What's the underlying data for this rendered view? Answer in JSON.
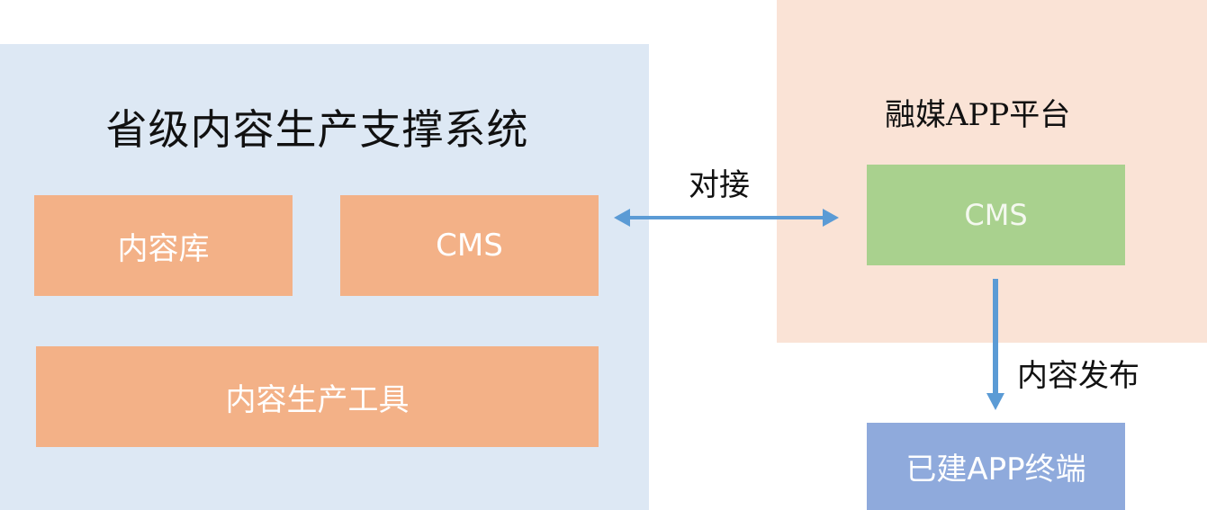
{
  "left_system": {
    "title": "省级内容生产支撑系统",
    "boxes": [
      {
        "label": "内容库"
      },
      {
        "label": "CMS"
      },
      {
        "label": "内容生产工具"
      }
    ]
  },
  "right_platform": {
    "title": "融媒APP平台",
    "cms_label": "CMS"
  },
  "connectors": {
    "integration_label": "对接",
    "publish_label": "内容发布"
  },
  "terminal": {
    "label": "已建APP终端"
  },
  "colors": {
    "left_panel": "#dde8f4",
    "right_panel": "#fae3d6",
    "orange_box": "#f3b187",
    "green_box": "#a9d18e",
    "blue_box": "#8faadc",
    "arrow": "#5b9bd5"
  }
}
